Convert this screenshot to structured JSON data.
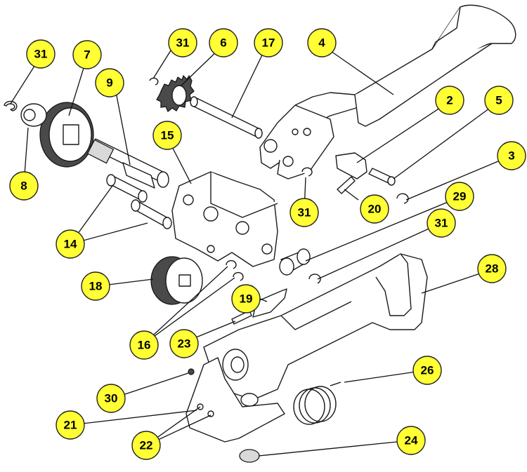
{
  "callouts": [
    {
      "id": "c31a",
      "label": "31"
    },
    {
      "id": "c7",
      "label": "7"
    },
    {
      "id": "c8",
      "label": "8"
    },
    {
      "id": "c9",
      "label": "9"
    },
    {
      "id": "c31b",
      "label": "31"
    },
    {
      "id": "c6",
      "label": "6"
    },
    {
      "id": "c17",
      "label": "17"
    },
    {
      "id": "c4",
      "label": "4"
    },
    {
      "id": "c15",
      "label": "15"
    },
    {
      "id": "c2",
      "label": "2"
    },
    {
      "id": "c5",
      "label": "5"
    },
    {
      "id": "c3",
      "label": "3"
    },
    {
      "id": "c14",
      "label": "14"
    },
    {
      "id": "c31c",
      "label": "31"
    },
    {
      "id": "c20",
      "label": "20"
    },
    {
      "id": "c29",
      "label": "29"
    },
    {
      "id": "c31d",
      "label": "31"
    },
    {
      "id": "c28",
      "label": "28"
    },
    {
      "id": "c18",
      "label": "18"
    },
    {
      "id": "c19",
      "label": "19"
    },
    {
      "id": "c16",
      "label": "16"
    },
    {
      "id": "c23",
      "label": "23"
    },
    {
      "id": "c26",
      "label": "26"
    },
    {
      "id": "c30",
      "label": "30"
    },
    {
      "id": "c21",
      "label": "21"
    },
    {
      "id": "c22",
      "label": "22"
    },
    {
      "id": "c24",
      "label": "24"
    }
  ]
}
